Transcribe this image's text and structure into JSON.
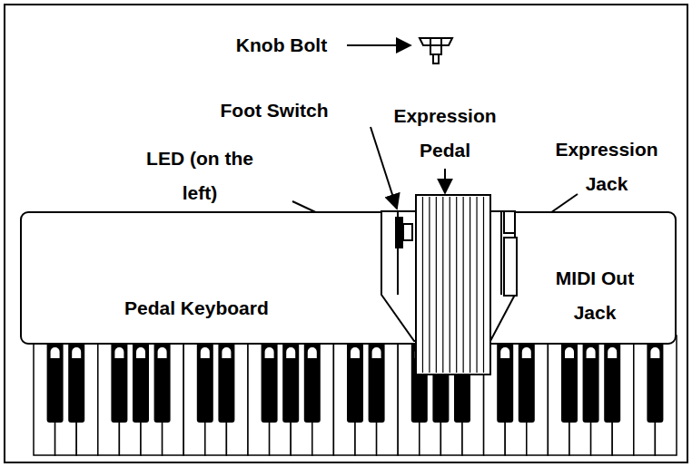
{
  "diagram": {
    "nodes": [
      {
        "text": [
          "Pedal Keyboard"
        ]
      }
    ],
    "labels": [
      "Knob Bolt",
      "Foot Switch",
      "Expression Pedal",
      "LED (on the left)",
      "Expression Jack",
      "MIDI Out Jack"
    ]
  }
}
